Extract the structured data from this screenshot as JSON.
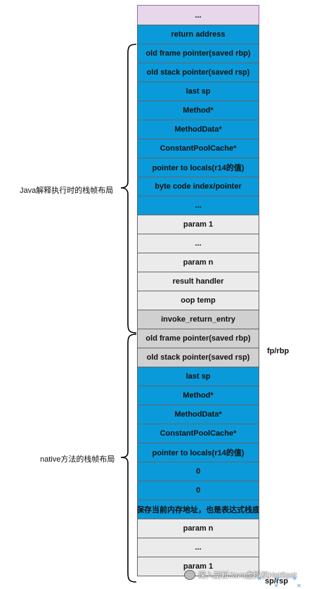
{
  "stack_cells": [
    {
      "text": "...",
      "style": "top"
    },
    {
      "text": "return address",
      "style": "blue"
    },
    {
      "text": "old frame pointer(saved rbp)",
      "style": "blue"
    },
    {
      "text": "old stack pointer(saved rsp)",
      "style": "blue"
    },
    {
      "text": "last sp",
      "style": "blue"
    },
    {
      "text": "Method*",
      "style": "blue"
    },
    {
      "text": "MethodData*",
      "style": "blue"
    },
    {
      "text": "ConstantPoolCache*",
      "style": "blue"
    },
    {
      "text": "pointer to locals(r14的值)",
      "style": "blue"
    },
    {
      "text": "byte code index/pointer",
      "style": "blue"
    },
    {
      "text": "...",
      "style": "blue"
    },
    {
      "text": "param 1",
      "style": "grey"
    },
    {
      "text": "...",
      "style": "grey"
    },
    {
      "text": "param n",
      "style": "grey"
    },
    {
      "text": "result handler",
      "style": "grey"
    },
    {
      "text": "oop temp",
      "style": "grey"
    },
    {
      "text": "invoke_return_entry",
      "style": "dgrey"
    },
    {
      "text": "old frame pointer(saved rbp)",
      "style": "dgrey"
    },
    {
      "text": "old stack pointer(saved rsp)",
      "style": "dgrey"
    },
    {
      "text": "last sp",
      "style": "blue"
    },
    {
      "text": "Method*",
      "style": "blue"
    },
    {
      "text": "MethodData*",
      "style": "blue"
    },
    {
      "text": "ConstantPoolCache*",
      "style": "blue"
    },
    {
      "text": "pointer to locals(r14的值)",
      "style": "blue"
    },
    {
      "text": "0",
      "style": "blue"
    },
    {
      "text": "0",
      "style": "blue"
    },
    {
      "text": "保存当前内存地址，也是表达式栈底",
      "style": "blue"
    },
    {
      "text": "param n",
      "style": "grey"
    },
    {
      "text": "...",
      "style": "grey"
    },
    {
      "text": "param 1",
      "style": "grey"
    }
  ],
  "labels": {
    "java_frame": "Java解释执行时的栈帧布局",
    "native_frame": "native方法的栈帧布局",
    "fp_rbp": "fp/rbp",
    "sp_rsp": "sp/rsp"
  },
  "watermark": "深入剖析Java虚拟机HotSpot",
  "colors": {
    "blue": "#0a9ad9",
    "light_grey": "#ebebeb",
    "dark_grey": "#d0d0d0",
    "top_purple": "#e6d7ea"
  }
}
